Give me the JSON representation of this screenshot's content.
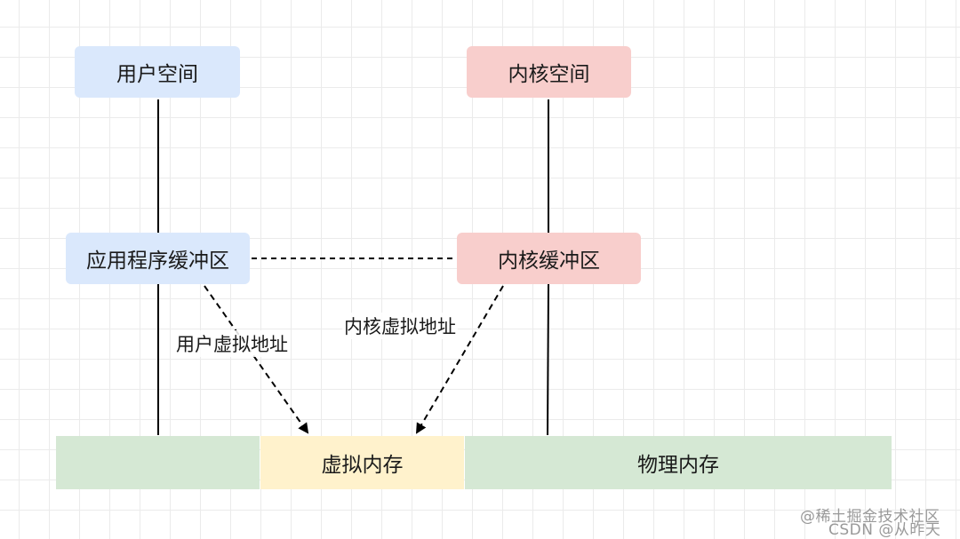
{
  "nodes": {
    "user_space": "用户空间",
    "kernel_space": "内核空间",
    "app_buffer": "应用程序缓冲区",
    "kernel_buffer": "内核缓冲区",
    "virtual_memory": "虚拟内存",
    "physical_memory": "物理内存"
  },
  "edges": {
    "user_virtual_address": "用户虚拟地址",
    "kernel_virtual_address": "内核虚拟地址"
  },
  "watermarks": {
    "juejin": "@稀土掘金技术社区",
    "csdn": "CSDN @从昨天"
  },
  "colors": {
    "user_fill": "#dae8fc",
    "kernel_fill": "#f8cecc",
    "memory_fill": "#d5e8d4",
    "virtual_fill": "#fff2cc",
    "line": "#000000"
  }
}
